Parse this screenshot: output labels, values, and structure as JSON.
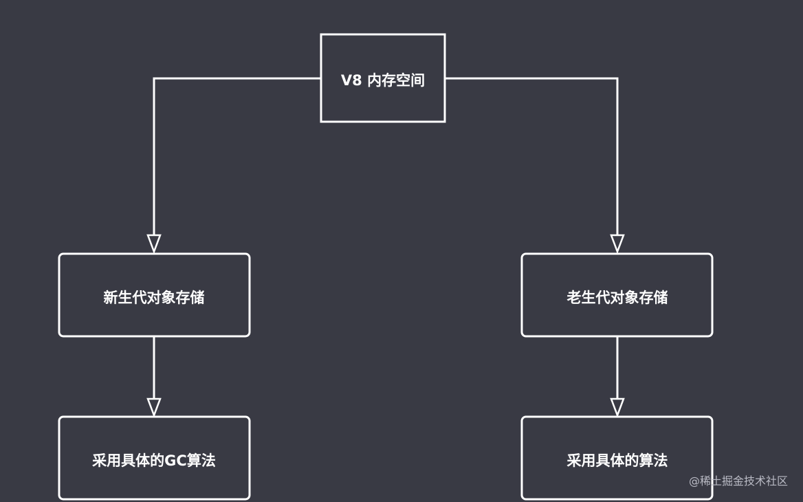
{
  "diagram": {
    "root": "V8 内存空间",
    "new_gen": "新生代对象存储",
    "old_gen": "老生代对象存储",
    "new_algo": "采用具体的GC算法",
    "old_algo": "采用具体的算法"
  },
  "watermark": "@稀土掘金技术社区"
}
